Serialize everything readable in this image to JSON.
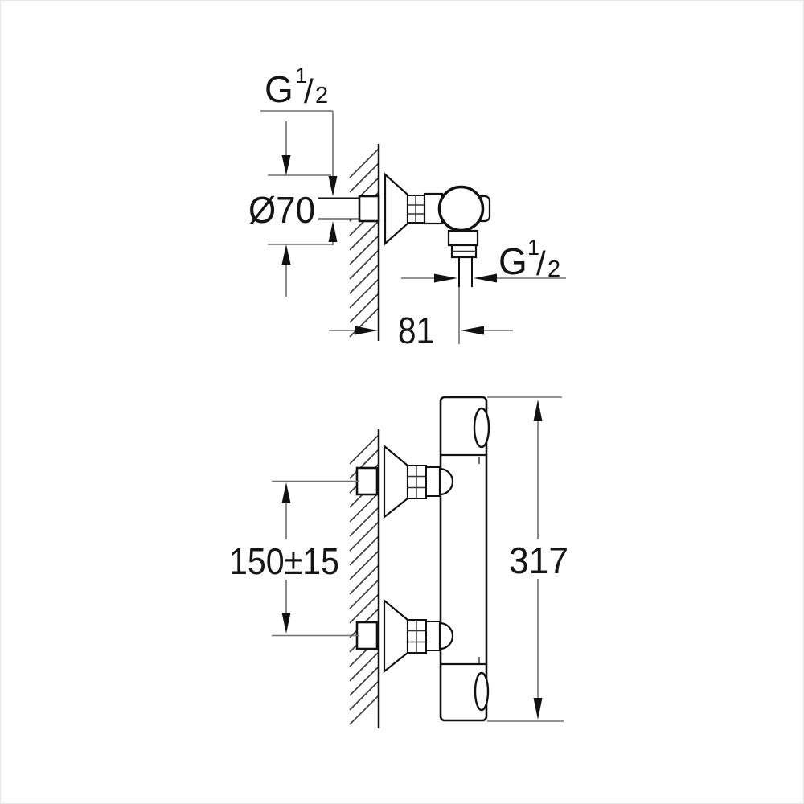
{
  "diagram": {
    "kind": "technical-dimension-drawing",
    "side_view": {
      "labels": {
        "wall_thread": {
          "text": "G 1/2",
          "base": "G",
          "sup": "1",
          "slash": "/",
          "sub": "2"
        },
        "rosette_diameter": {
          "text": "Ø70"
        },
        "outlet_thread": {
          "text": "G 1/2",
          "base": "G",
          "sup": "1",
          "slash": "/",
          "sub": "2"
        },
        "wall_to_outlet_distance": {
          "text": "81"
        }
      }
    },
    "front_view": {
      "labels": {
        "connection_spacing": {
          "text": "150±15"
        },
        "overall_height": {
          "text": "317"
        }
      }
    },
    "colors": {
      "line": "#111111",
      "dimension_line": "#6f6f6f",
      "background": "#ffffff"
    }
  }
}
